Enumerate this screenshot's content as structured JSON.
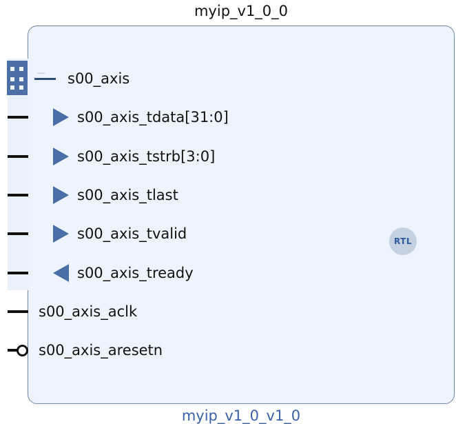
{
  "block": {
    "instance_name": "myip_v1_0_0",
    "module_name": "myip_v1_0_v1_0",
    "badge": "RTL"
  },
  "interface": {
    "name": "s00_axis",
    "expanded": true,
    "icon": "bus-interface-icon",
    "collapse_glyph": "−",
    "ports": [
      {
        "name": "s00_axis_tdata[31:0]",
        "direction": "input"
      },
      {
        "name": "s00_axis_tstrb[3:0]",
        "direction": "input"
      },
      {
        "name": "s00_axis_tlast",
        "direction": "input"
      },
      {
        "name": "s00_axis_tvalid",
        "direction": "input"
      },
      {
        "name": "s00_axis_tready",
        "direction": "output"
      }
    ]
  },
  "standalone_ports": [
    {
      "name": "s00_axis_aclk",
      "type": "clock"
    },
    {
      "name": "s00_axis_aresetn",
      "type": "active-low-reset"
    }
  ],
  "colors": {
    "block_fill": "#eef4fd",
    "block_border": "#6f85a6",
    "arrow": "#4a6fa8",
    "module_name_text": "#3a63a8",
    "pin": "#111111"
  }
}
